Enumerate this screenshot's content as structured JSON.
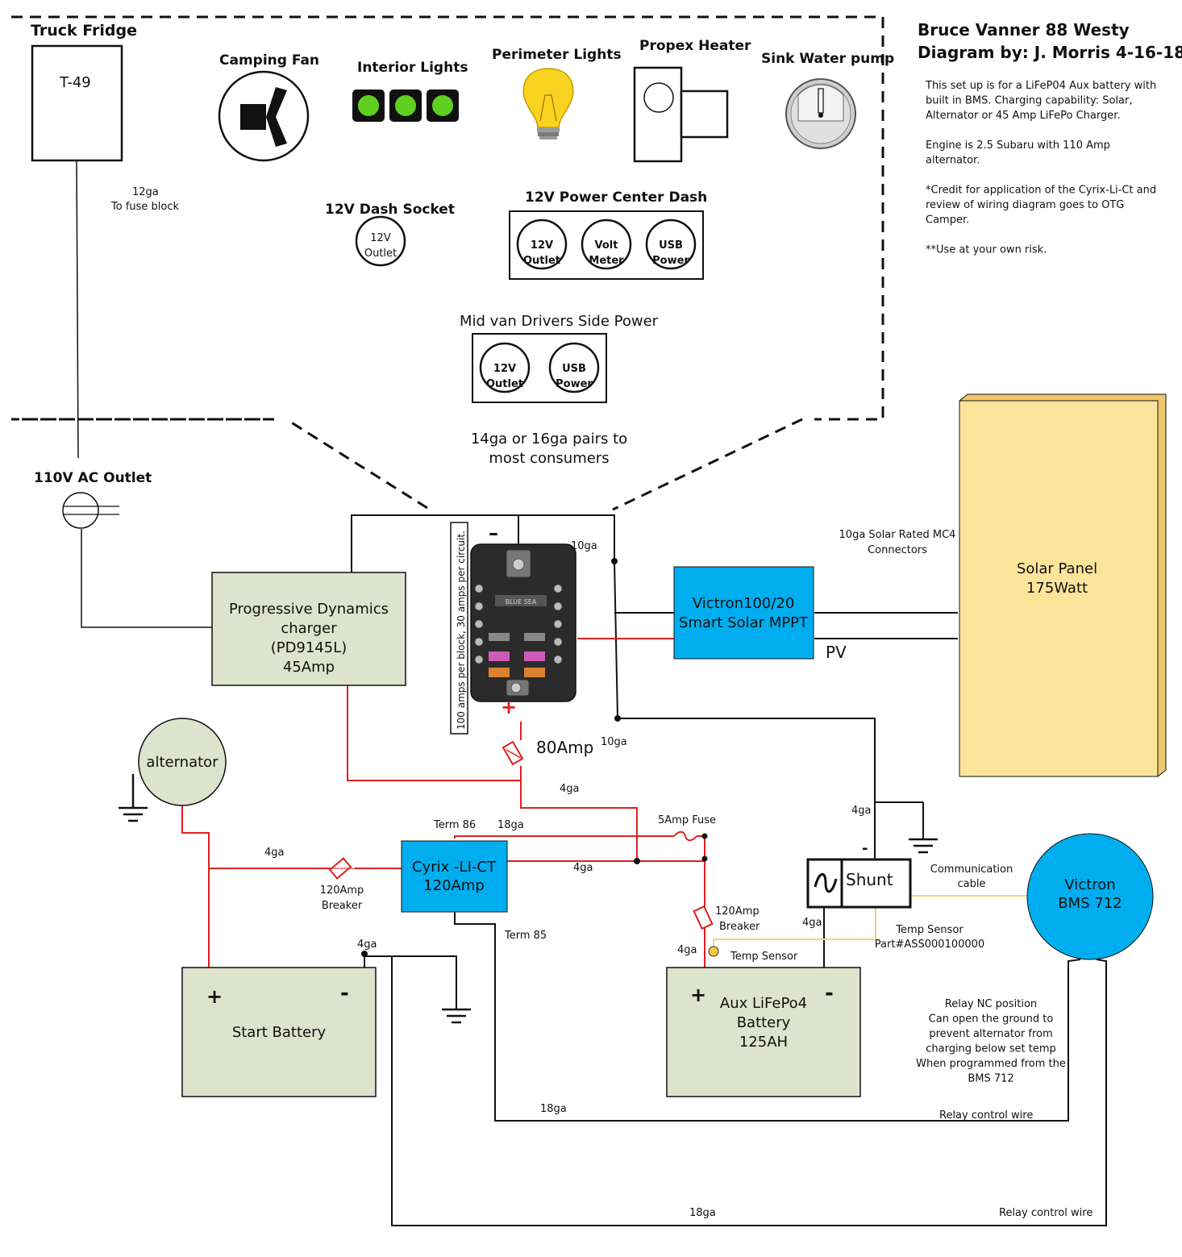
{
  "header": {
    "title_line1": "Bruce Vanner 88 Westy",
    "title_line2": "Diagram by: J. Morris 4-16-18",
    "notes": [
      "This set up is for a LiFeP04 Aux battery with",
      "built in BMS.  Charging capability: Solar,",
      "Alternator or 45 Amp LiFePo Charger.",
      "",
      "Engine is 2.5 Subaru with 110 Amp",
      "alternator.",
      "",
      "*Credit for application of the Cyrix-Li-Ct and",
      "review of wiring diagram goes to OTG",
      "Camper.",
      "",
      "**Use at your own risk."
    ]
  },
  "consumers": {
    "truck_fridge": {
      "label": "Truck Fridge",
      "model": "T-49"
    },
    "camping_fan": "Camping Fan",
    "interior_lights": "Interior Lights",
    "perimeter_lights": "Perimeter Lights",
    "propex_heater": "Propex Heater",
    "sink_pump": "Sink Water pump",
    "dash_socket": {
      "label": "12V Dash Socket",
      "line1": "12V",
      "line2": "Outlet"
    },
    "power_center": {
      "label": "12V Power Center Dash",
      "items": [
        {
          "line1": "12V",
          "line2": "Outlet"
        },
        {
          "line1": "Volt",
          "line2": "Meter"
        },
        {
          "line1": "USB",
          "line2": "Power"
        }
      ]
    },
    "mid_van": {
      "label": "Mid van Drivers Side Power",
      "items": [
        {
          "line1": "12V",
          "line2": "Outlet"
        },
        {
          "line1": "USB",
          "line2": "Power"
        }
      ]
    },
    "fridge_wire_line1": "12ga",
    "fridge_wire_line2": "To fuse block",
    "pairs_note_line1": "14ga or 16ga pairs to",
    "pairs_note_line2": "most consumers"
  },
  "ac_outlet": "110V AC Outlet",
  "charger": {
    "line1": "Progressive Dynamics",
    "line2": "charger",
    "line3": "(PD9145L)",
    "line4": "45Amp"
  },
  "fuse_block": {
    "side_label": "100 amps per block, 30 amps per circuit.",
    "minus": "–",
    "plus": "+",
    "brand": "BLUE SEA",
    "main_fuse": "80Amp"
  },
  "mppt": {
    "line1": "Victron100/20",
    "line2": "Smart Solar MPPT",
    "pv": "PV"
  },
  "solar": {
    "line1": "Solar Panel",
    "line2": "175Watt",
    "connector_line1": "10ga Solar Rated MC4",
    "connector_line2": "Connectors"
  },
  "alternator": "alternator",
  "cyrix": {
    "line1": "Cyrix -LI-CT",
    "line2": "120Amp",
    "term86": "Term 86",
    "term85": "Term 85"
  },
  "fuse_5a": "5Amp Fuse",
  "breaker_a": {
    "line1": "120Amp",
    "line2": "Breaker"
  },
  "breaker_b": {
    "line1": "120Amp",
    "line2": "Breaker"
  },
  "shunt": {
    "label": "Shunt",
    "minus": "-"
  },
  "bms": {
    "line1": "Victron",
    "line2": "BMS 712",
    "comm_line1": "Communication",
    "comm_line2": "cable"
  },
  "temp_sensor": {
    "label": "Temp Sensor",
    "part_line1": "Temp Sensor",
    "part_line2": "Part#ASS000100000"
  },
  "start_battery": {
    "label": "Start Battery",
    "plus": "+",
    "minus": "-"
  },
  "aux_battery": {
    "line1": "Aux LiFePo4",
    "line2": "Battery",
    "line3": "125AH",
    "plus": "+",
    "minus": "-"
  },
  "relay_note": [
    "Relay NC position",
    "Can open the ground to",
    "prevent alternator from",
    "charging below set  temp",
    "When programmed from the",
    "BMS 712"
  ],
  "wire_labels": {
    "mppt_neg": "10ga",
    "mppt_pos": "10ga",
    "fuse_feed": "4ga",
    "shunt_in": "4ga",
    "term86_wire": "18ga",
    "alt_wire": "4ga",
    "cyrix_out": "4ga",
    "shunt_out": "4ga",
    "aux_pos": "4ga",
    "start_neg": "4ga",
    "relay1": "18ga",
    "relay1_text": "Relay control wire",
    "relay2": "18ga",
    "relay2_text": "Relay control wire"
  },
  "colors": {
    "charger_fill": "#dde3cc",
    "battery_fill": "#dde3cc",
    "mppt_fill": "#00adee",
    "bms_fill": "#00adee",
    "solar_fill": "#fde49b",
    "positive_wire": "#e02020",
    "sensor_wire": "#f5d27a",
    "light_green": "#5fd020"
  }
}
